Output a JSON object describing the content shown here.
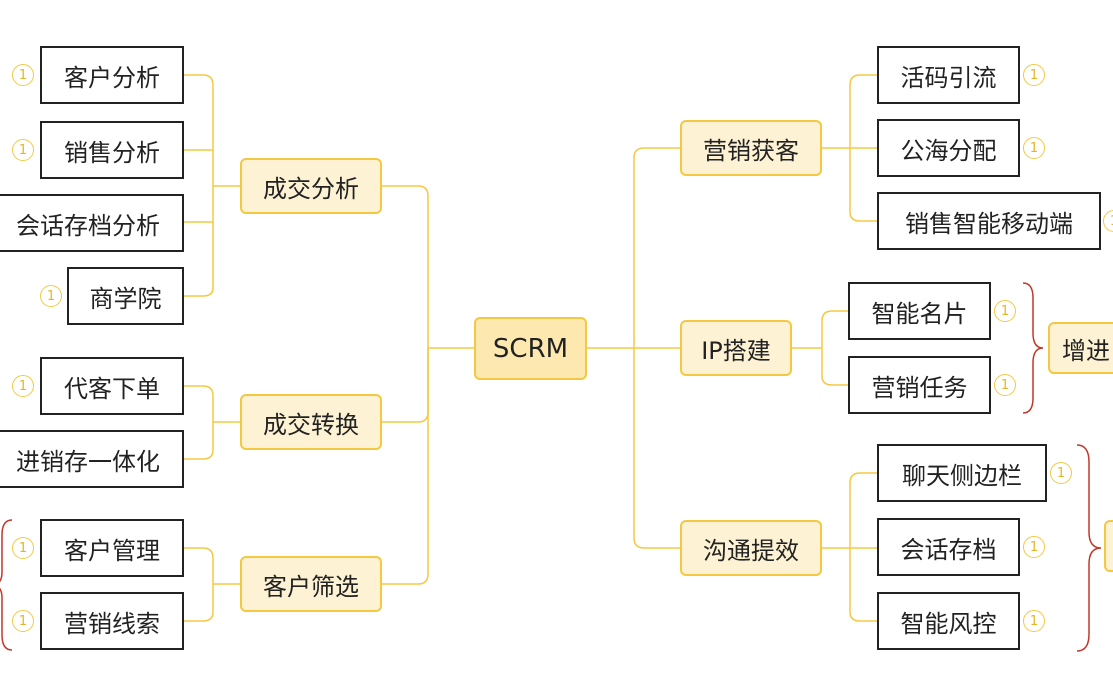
{
  "root": "SCRM",
  "badge": "1",
  "left": {
    "deal_analysis": {
      "label": "成交分析",
      "children": [
        "客户分析",
        "销售分析",
        "会话存档分析",
        "商学院"
      ]
    },
    "deal_conversion": {
      "label": "成交转换",
      "children": [
        "代客下单",
        "进销存一体化"
      ]
    },
    "customer_filter": {
      "label": "客户筛选",
      "children": [
        "客户管理",
        "营销线索"
      ]
    }
  },
  "right": {
    "marketing_acquisition": {
      "label": "营销获客",
      "children": [
        "活码引流",
        "公海分配",
        "销售智能移动端"
      ]
    },
    "ip_building": {
      "label": "IP搭建",
      "children": [
        "智能名片",
        "营销任务"
      ],
      "summary": "增进"
    },
    "communication": {
      "label": "沟通提效",
      "children": [
        "聊天侧边栏",
        "会话存档",
        "智能风控"
      ]
    }
  },
  "colors": {
    "connector": "#f5c842",
    "bracket": "#c0392b",
    "node_fill": "#fdf2d3",
    "root_fill": "#fde9b0"
  }
}
